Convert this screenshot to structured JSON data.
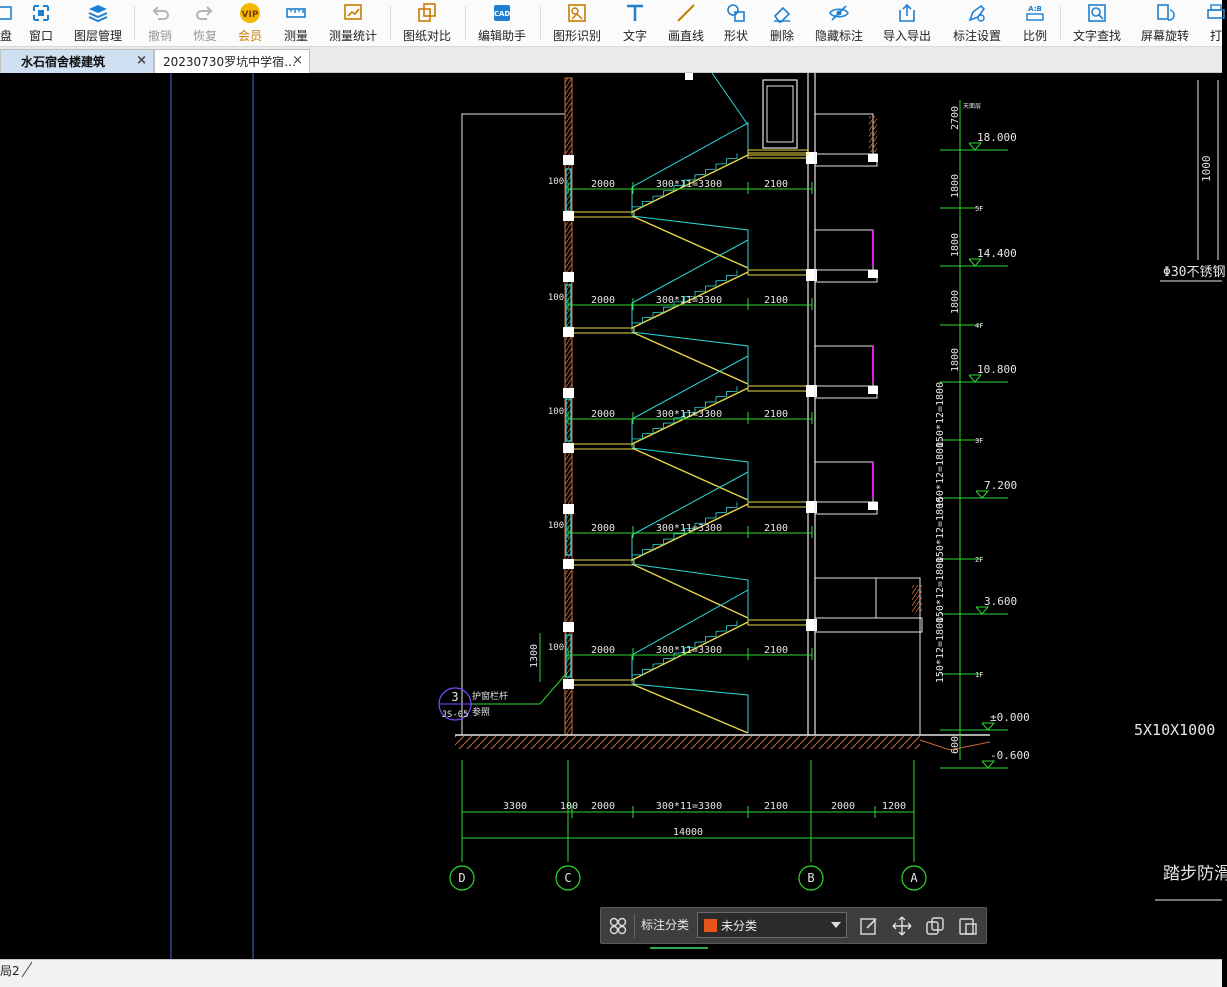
{
  "toolbar": {
    "items": [
      {
        "label": "盘",
        "icon": "disk-icon"
      },
      {
        "label": "窗口",
        "icon": "window-icon"
      },
      {
        "label": "图层管理",
        "icon": "layers-icon"
      },
      {
        "label": "撤销",
        "icon": "undo-icon"
      },
      {
        "label": "恢复",
        "icon": "redo-icon"
      },
      {
        "label": "会员",
        "icon": "vip-icon"
      },
      {
        "label": "测量",
        "icon": "ruler-icon"
      },
      {
        "label": "测量统计",
        "icon": "measure-stats-icon"
      },
      {
        "label": "图纸对比",
        "icon": "compare-icon"
      },
      {
        "label": "编辑助手",
        "icon": "edit-assistant-icon"
      },
      {
        "label": "图形识别",
        "icon": "shape-recognition-icon"
      },
      {
        "label": "文字",
        "icon": "text-icon"
      },
      {
        "label": "画直线",
        "icon": "line-icon"
      },
      {
        "label": "形状",
        "icon": "shape-icon"
      },
      {
        "label": "删除",
        "icon": "eraser-icon"
      },
      {
        "label": "隐藏标注",
        "icon": "hide-eye-icon"
      },
      {
        "label": "导入导出",
        "icon": "import-export-icon"
      },
      {
        "label": "标注设置",
        "icon": "annotation-settings-icon"
      },
      {
        "label": "比例",
        "icon": "scale-icon"
      },
      {
        "label": "文字查找",
        "icon": "text-search-icon"
      },
      {
        "label": "屏幕旋转",
        "icon": "rotate-screen-icon"
      },
      {
        "label": "打",
        "icon": "print-icon"
      }
    ]
  },
  "tabs": [
    {
      "label": "水石宿舍楼建筑",
      "active": true
    },
    {
      "label": "20230730罗坑中学宿…",
      "active": false
    }
  ],
  "drawing": {
    "dims_top": [
      "2000",
      "300*11=3300",
      "2100"
    ],
    "landing_marks": [
      "100"
    ],
    "dim_1300": "1300",
    "levels": [
      "18.000",
      "14.400",
      "10.800",
      "7.200",
      "3.600",
      "±0.000",
      "-0.600"
    ],
    "floor_marks": [
      "5F",
      "4F",
      "3F",
      "2F",
      "1F"
    ],
    "vertical_dims": [
      "2700",
      "1800",
      "1800",
      "1800",
      "1800",
      "150*12=1800",
      "150*12=1800",
      "150*12=1800",
      "150*12=1800",
      "150*12=1800",
      "600"
    ],
    "roof_note": "天面层",
    "bottom_dims": [
      "3300",
      "100",
      "2000",
      "300*11=3300",
      "2100",
      "2000",
      "1200"
    ],
    "total_dim": "14000",
    "axes": [
      "D",
      "C",
      "B",
      "A"
    ],
    "callout_number": "3",
    "callout_ref": "JS-05",
    "callout_text1": "护窗栏杆",
    "callout_text2": "参照",
    "right_dim_1000": "1000",
    "right_note1": "Φ30不锈钢",
    "right_note2": "5X10X1000",
    "right_note3": "踏步防滑"
  },
  "annotation_bar": {
    "label": "标注分类",
    "selected": "未分类",
    "swatch_color": "#e8541a"
  },
  "bottom": {
    "layout_tab": "局2"
  }
}
